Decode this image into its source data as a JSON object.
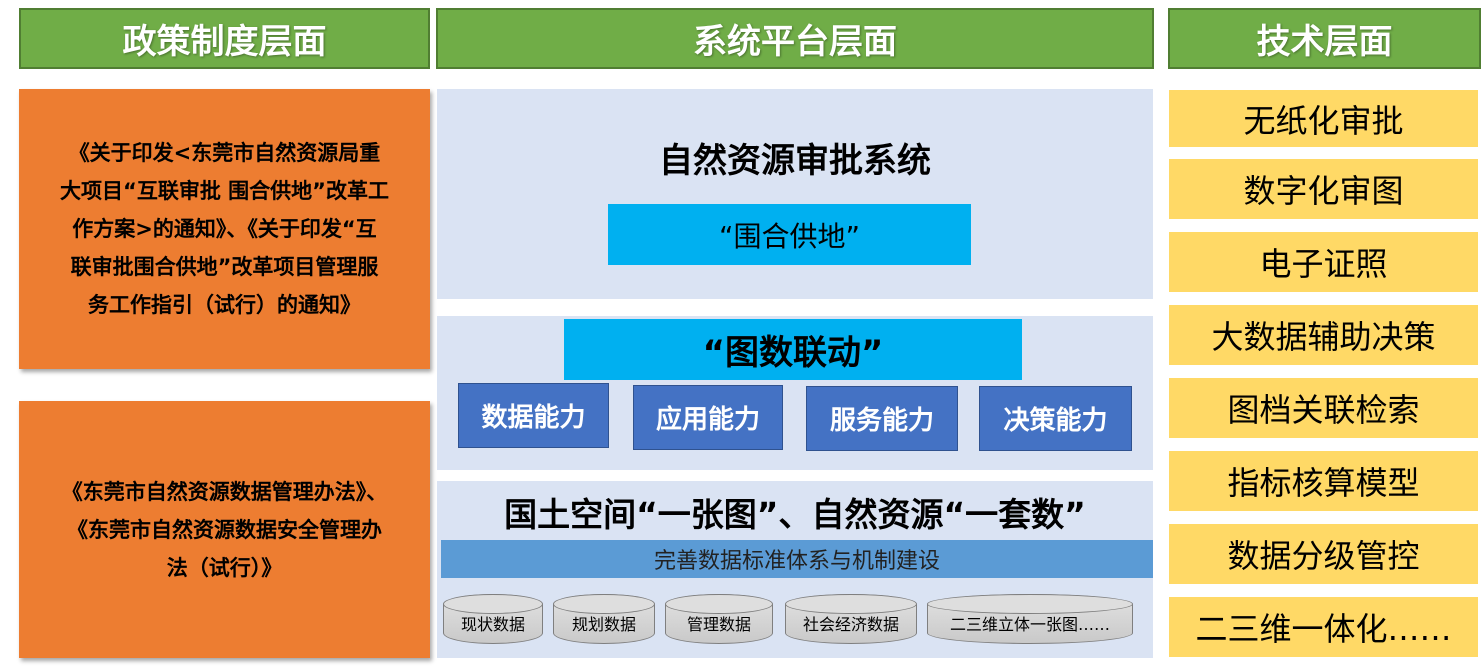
{
  "headers": {
    "policy": "政策制度层面",
    "platform": "系统平台层面",
    "tech": "技术层面"
  },
  "policy_boxes": [
    {
      "lines": [
        "《关于印发<东莞市自然资源局重",
        "大项目“互联审批 围合供地”改革工",
        "作方案>的通知》、《关于印发“互",
        "联审批围合供地”改革项目管理服",
        "务工作指引（试行）的通知》"
      ]
    },
    {
      "lines": [
        "《东莞市自然资源数据管理办法》、",
        "《东莞市自然资源数据安全管理办",
        "法（试行）》"
      ]
    }
  ],
  "platform": {
    "system_title": "自然资源审批系统",
    "system_sub": "“围合供地”",
    "linkage_title": "“图数联动”",
    "abilities": [
      "数据能力",
      "应用能力",
      "服务能力",
      "决策能力"
    ],
    "base_title": "国土空间“一张图”、自然资源“一套数”",
    "standard_bar": "完善数据标准体系与机制建设",
    "databases": [
      "现状数据",
      "规划数据",
      "管理数据",
      "社会经济数据",
      "二三维立体一张图……"
    ]
  },
  "tech_items": [
    "无纸化审批",
    "数字化审图",
    "电子证照",
    "大数据辅助决策",
    "图档关联检索",
    "指标核算模型",
    "数据分级管控",
    "二三维一体化……"
  ],
  "colors": {
    "header_green": "#70ad47",
    "policy_orange": "#ed7d31",
    "panel_light_blue": "#dae3f3",
    "cyan": "#00b0f0",
    "ability_blue": "#4472c4",
    "standard_blue": "#5b9bd5",
    "tech_yellow": "#ffd966"
  }
}
